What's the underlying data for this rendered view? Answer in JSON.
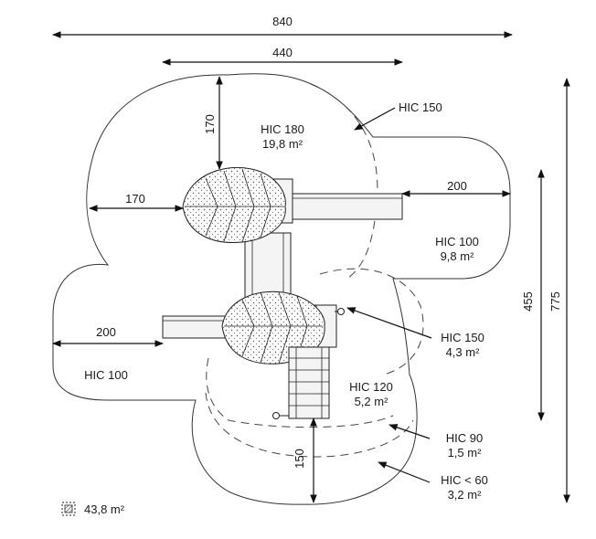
{
  "dimensions": {
    "overall_width": "840",
    "inner_width": "440",
    "top_depth": "170",
    "left_depth": "170",
    "right_extent": "200",
    "left_extent": "200",
    "bottom_depth": "150",
    "mid_height": "455",
    "overall_height": "775"
  },
  "zones": {
    "hic180_title": "HIC 180",
    "hic180_area": "19,8 m²",
    "hic150_outer": "HIC 150",
    "hic100_right_title": "HIC 100",
    "hic100_right_area": "9,8 m²",
    "hic150_small_title": "HIC 150",
    "hic150_small_area": "4,3 m²",
    "hic120_title": "HIC 120",
    "hic120_area": "5,2 m²",
    "hic90_title": "HIC 90",
    "hic90_area": "1,5 m²",
    "hic60_title": "HIC < 60",
    "hic60_area": "3,2 m²",
    "hic100_left_title": "HIC 100"
  },
  "legend": {
    "total_area": "43,8 m²",
    "icon": "hatched-square-icon"
  }
}
